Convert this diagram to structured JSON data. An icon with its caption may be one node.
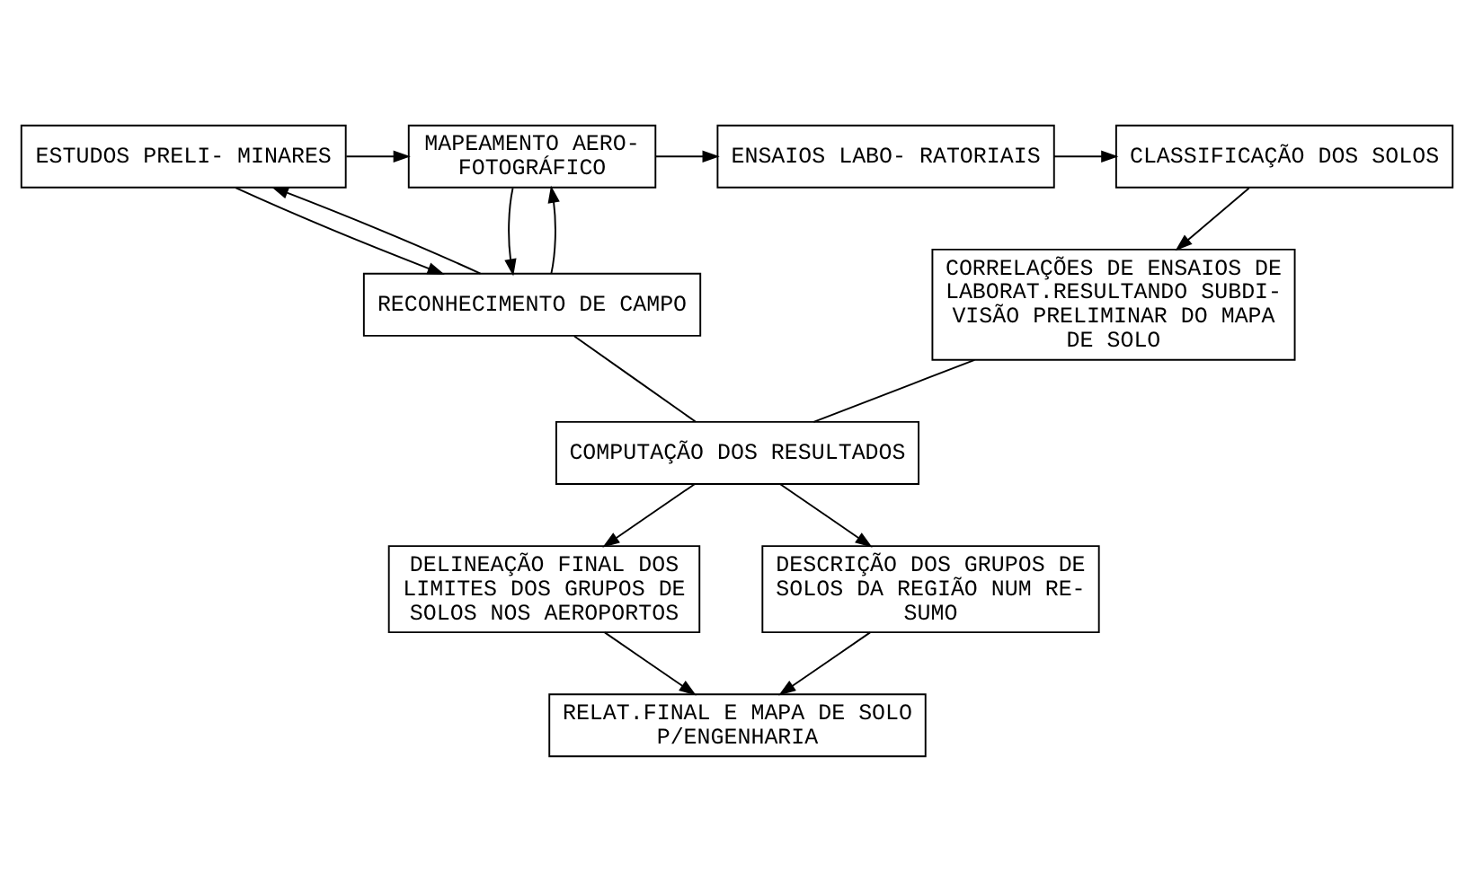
{
  "diagram": {
    "nodes": [
      {
        "text": [
          "ESTUDOS PRELI- MINARES"
        ]
      },
      {
        "text": [
          "MAPEAMENTO AERO- FOTOGRÁFICO"
        ]
      },
      {
        "text": [
          "ENSAIOS LABO- RATORIAIS"
        ]
      },
      {
        "text": [
          "CLASSIFICAÇÃO DOS SOLOS"
        ]
      },
      {
        "text": [
          "RECONHECIMENTO DE CAMPO"
        ]
      },
      {
        "text": [
          "CORRELAÇÕES DE ENSAIOS DE LABORAT.RESULTANDO SUBDI- VISÃO PRELIMINAR DO MAPA DE SOLO"
        ]
      },
      {
        "text": [
          "COMPUTAÇÃO DOS RESULTADOS"
        ]
      },
      {
        "text": [
          "DELINEAÇÃO FINAL DOS LIMITES DOS GRUPOS DE SOLOS NOS AEROPORTOS"
        ]
      },
      {
        "text": [
          "DESCRIÇÃO DOS GRUPOS DE SOLOS DA REGIÃO NUM RE- SUMO"
        ]
      },
      {
        "text": [
          "RELAT.FINAL E MAPA DE SOLO P/ENGENHARIA"
        ]
      }
    ],
    "edges": [
      {
        "from": 0,
        "to": 1,
        "arrow": "to"
      },
      {
        "from": 1,
        "to": 2,
        "arrow": "to"
      },
      {
        "from": 2,
        "to": 3,
        "arrow": "to"
      },
      {
        "from": 0,
        "to": 4,
        "arrow": "to"
      },
      {
        "from": 4,
        "to": 0,
        "arrow": "to"
      },
      {
        "from": 1,
        "to": 4,
        "arrow": "to"
      },
      {
        "from": 4,
        "to": 1,
        "arrow": "to"
      },
      {
        "from": 3,
        "to": 5,
        "arrow": "to"
      },
      {
        "from": 4,
        "to": 6,
        "arrow": "none"
      },
      {
        "from": 5,
        "to": 6,
        "arrow": "none"
      },
      {
        "from": 6,
        "to": 7,
        "arrow": "to"
      },
      {
        "from": 6,
        "to": 8,
        "arrow": "to"
      },
      {
        "from": 7,
        "to": 9,
        "arrow": "to"
      },
      {
        "from": 8,
        "to": 9,
        "arrow": "to"
      }
    ]
  }
}
